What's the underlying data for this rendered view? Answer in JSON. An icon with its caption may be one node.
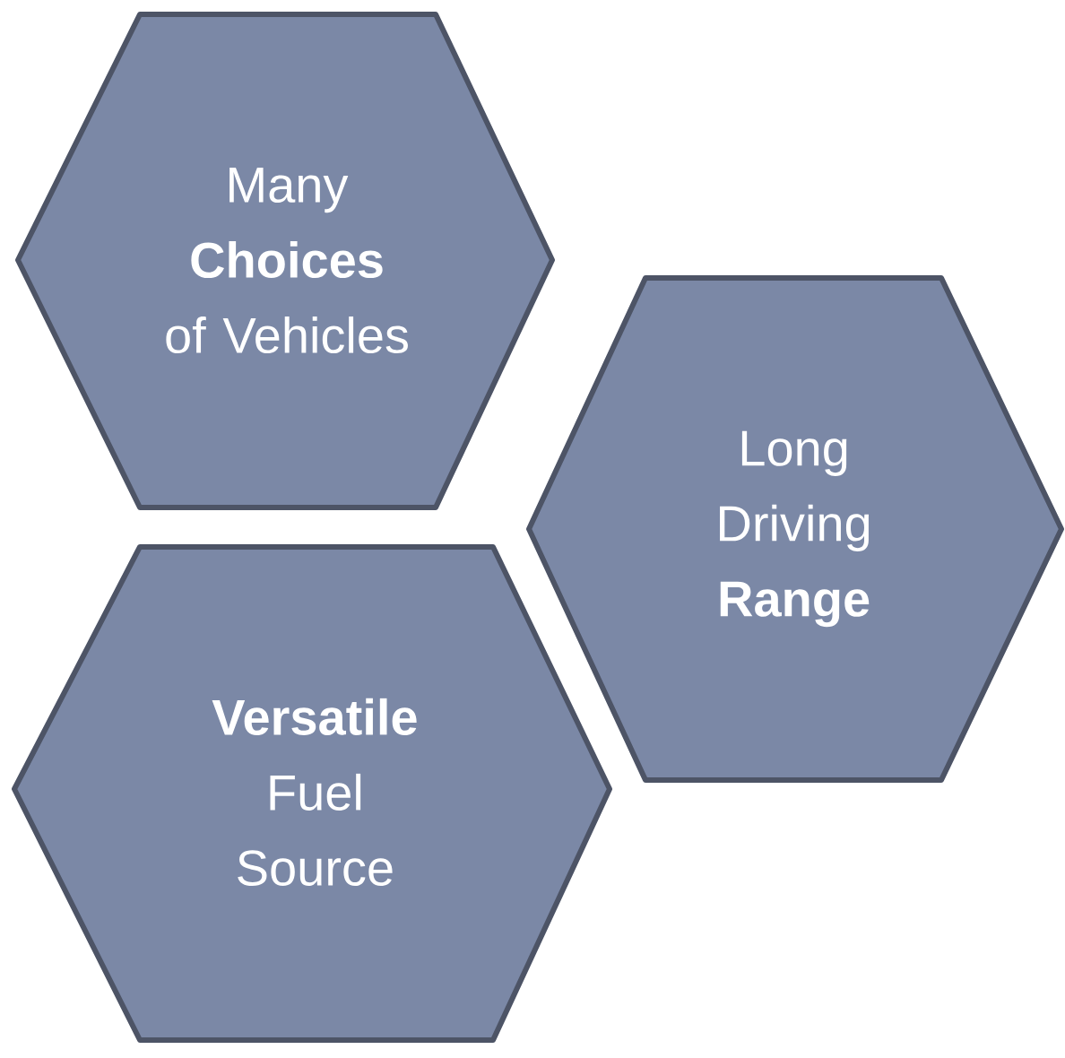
{
  "diagram": {
    "nodes": [
      {
        "text": [
          "Many **Choices** of Vehicles"
        ]
      },
      {
        "text": [
          "Long Driving **Range**"
        ]
      },
      {
        "text": [
          "**Versatile** Fuel Source"
        ]
      }
    ]
  }
}
